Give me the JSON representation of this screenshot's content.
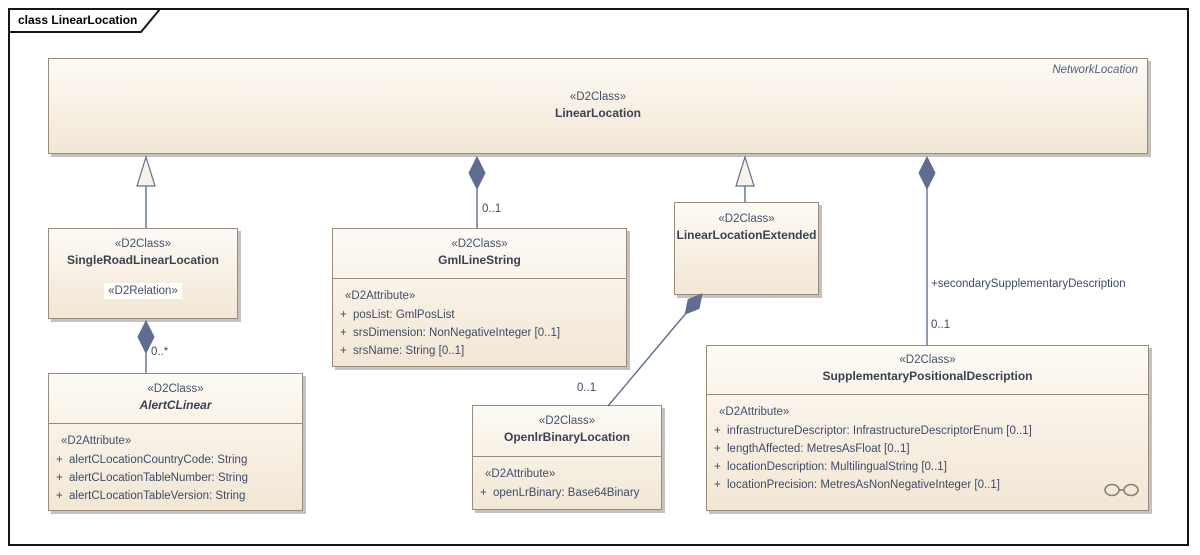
{
  "diagram": {
    "frame_title": "class LinearLocation",
    "type": "uml-class-diagram"
  },
  "colors": {
    "box_fill_top": "#fdfbf6",
    "box_fill_bottom": "#f2e7d5",
    "box_border": "#9b8b7c",
    "connector": "#5e6d90",
    "text": "#3f4c66",
    "frame": "#161616"
  },
  "classes": {
    "linearLocation": {
      "stereotype": "«D2Class»",
      "name": "LinearLocation",
      "parent_label": "NetworkLocation"
    },
    "singleRoadLinearLocation": {
      "stereotype": "«D2Class»",
      "name": "SingleRoadLinearLocation",
      "relation_stereotype": "«D2Relation»"
    },
    "alertCLinear": {
      "stereotype": "«D2Class»",
      "name": "AlertCLinear",
      "attr_header": "«D2Attribute»",
      "attributes": [
        {
          "vis": "+",
          "text": "alertCLocationCountryCode: String"
        },
        {
          "vis": "+",
          "text": "alertCLocationTableNumber: String"
        },
        {
          "vis": "+",
          "text": "alertCLocationTableVersion: String"
        }
      ]
    },
    "gmlLineString": {
      "stereotype": "«D2Class»",
      "name": "GmlLineString",
      "attr_header": "«D2Attribute»",
      "attributes": [
        {
          "vis": "+",
          "text": "posList: GmlPosList"
        },
        {
          "vis": "+",
          "text": "srsDimension: NonNegativeInteger [0..1]"
        },
        {
          "vis": "+",
          "text": "srsName: String [0..1]"
        }
      ]
    },
    "linearLocationExtended": {
      "stereotype": "«D2Class»",
      "name": "LinearLocationExtended"
    },
    "openlrBinaryLocation": {
      "stereotype": "«D2Class»",
      "name": "OpenlrBinaryLocation",
      "attr_header": "«D2Attribute»",
      "attributes": [
        {
          "vis": "+",
          "text": "openLrBinary: Base64Binary"
        }
      ]
    },
    "supplementaryPositionalDescription": {
      "stereotype": "«D2Class»",
      "name": "SupplementaryPositionalDescription",
      "attr_header": "«D2Attribute»",
      "attributes": [
        {
          "vis": "+",
          "text": "infrastructureDescriptor: InfrastructureDescriptorEnum [0..1]"
        },
        {
          "vis": "+",
          "text": "lengthAffected: MetresAsFloat [0..1]"
        },
        {
          "vis": "+",
          "text": "locationDescription: MultilingualString [0..1]"
        },
        {
          "vis": "+",
          "text": "locationPrecision: MetresAsNonNegativeInteger [0..1]"
        }
      ]
    }
  },
  "connectors": {
    "alertc_multiplicity": "0..*",
    "gml_multiplicity": "0..1",
    "openlr_multiplicity": "0..1",
    "supplementary_role": "+secondarySupplementaryDescription",
    "supplementary_multiplicity": "0..1"
  }
}
